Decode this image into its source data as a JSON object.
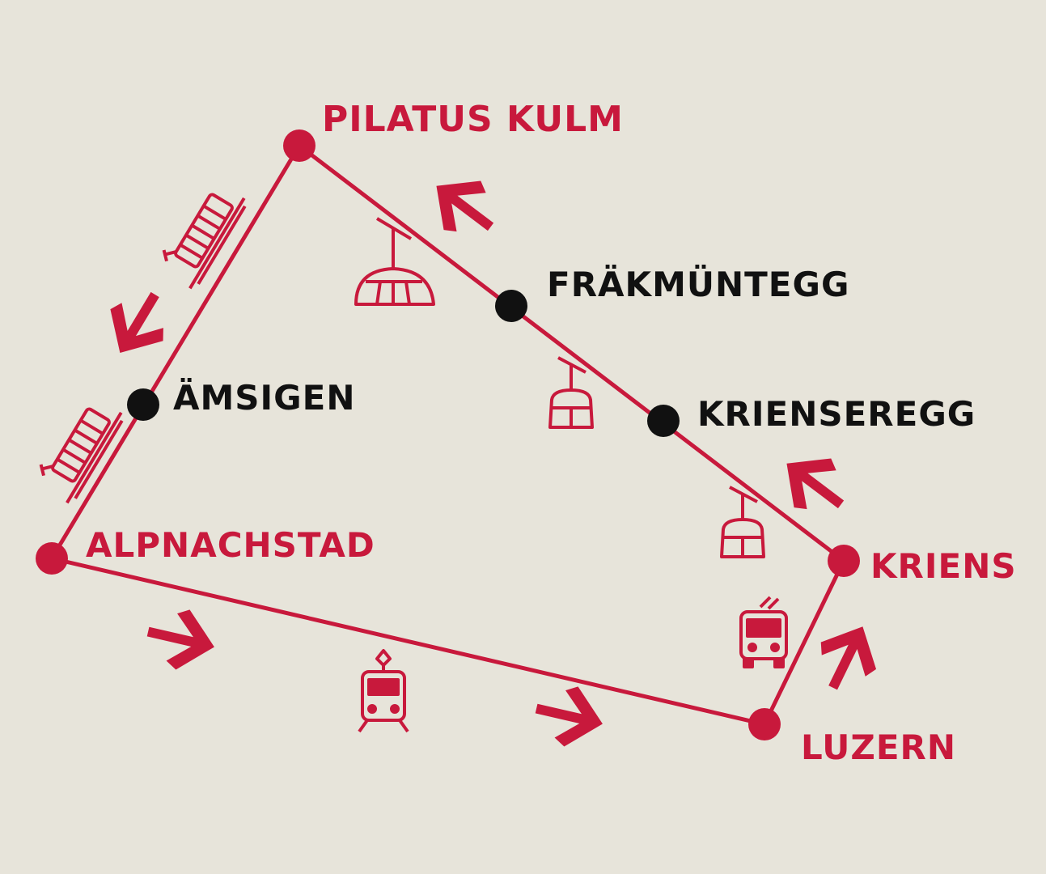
{
  "colors": {
    "route": "#c8193c",
    "stop_intermediate": "#111111",
    "background": "#e7e4da"
  },
  "stations": {
    "pilatus_kulm": "PILATUS KULM",
    "fraekmuentegg": "FRÄKMÜNTEGG",
    "krienseregg": "KRIENSEREGG",
    "kriens": "KRIENS",
    "luzern": "LUZERN",
    "alpnachstad": "ALPNACHSTAD",
    "aemsigen": "ÄMSIGEN"
  },
  "segments": [
    {
      "from": "PILATUS KULM",
      "to": "ALPNACHSTAD",
      "mode": "cogwheel-railway-icon"
    },
    {
      "from": "ALPNACHSTAD",
      "to": "LUZERN",
      "mode": "train-icon"
    },
    {
      "from": "LUZERN",
      "to": "KRIENS",
      "mode": "bus-icon"
    },
    {
      "from": "KRIENS",
      "to": "PILATUS KULM",
      "mode": "gondola-icon"
    }
  ]
}
